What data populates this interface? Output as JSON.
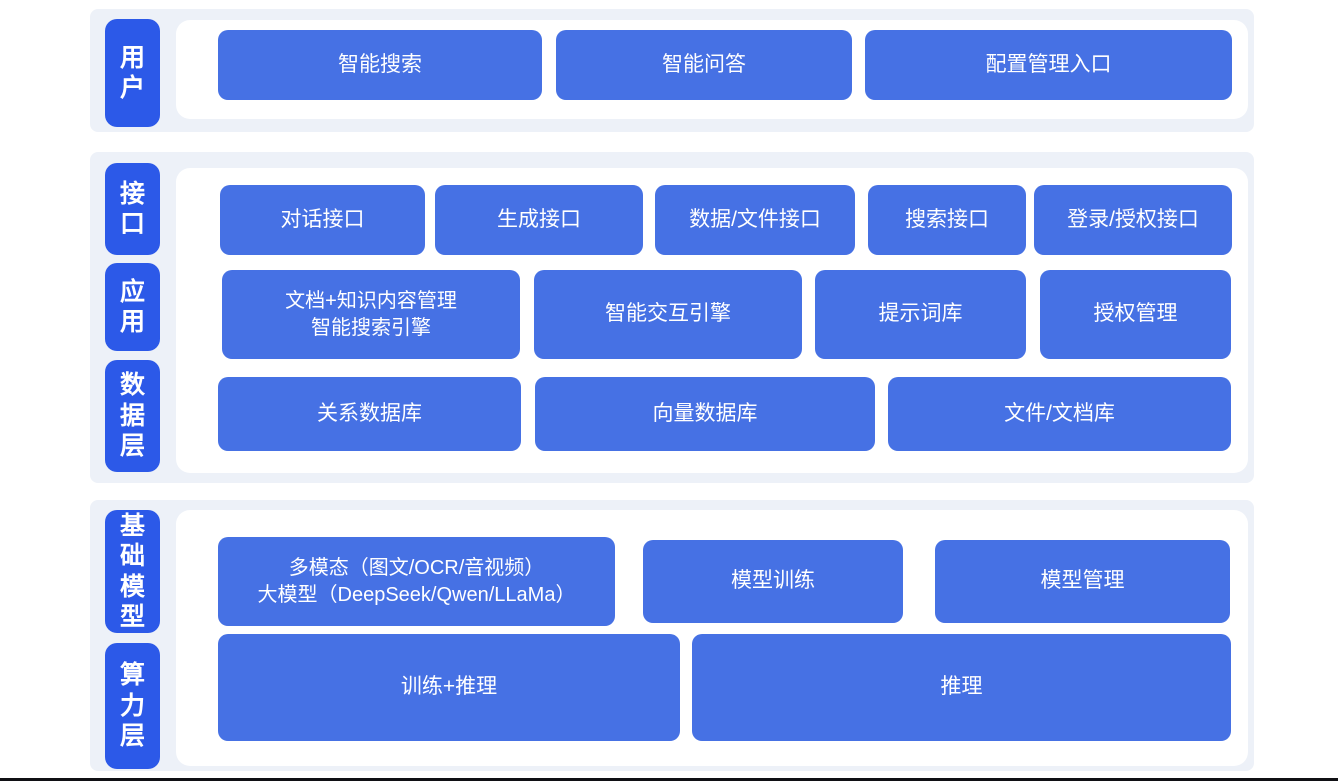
{
  "colors": {
    "band_bg": "#edf1f8",
    "panel_bg": "#ffffff",
    "node_blue": "#4671e4",
    "side_label_blue": "#2c59e8",
    "text_white": "#ffffff",
    "bottom_rule": "#101014"
  },
  "layers": [
    {
      "side": "用户",
      "boxes": [
        {
          "label": "智能搜索"
        },
        {
          "label": "智能问答"
        },
        {
          "label": "配置管理入口"
        }
      ]
    },
    {
      "side": "接口",
      "boxes": [
        {
          "label": "对话接口"
        },
        {
          "label": "生成接口"
        },
        {
          "label": "数据/文件接口"
        },
        {
          "label": "搜索接口"
        },
        {
          "label": "登录/授权接口"
        }
      ]
    },
    {
      "side": "应用",
      "boxes": [
        {
          "line1": "文档+知识内容管理",
          "line2": "智能搜索引擎"
        },
        {
          "label": "智能交互引擎"
        },
        {
          "label": "提示词库"
        },
        {
          "label": "授权管理"
        }
      ]
    },
    {
      "side": "数据层",
      "boxes": [
        {
          "label": "关系数据库"
        },
        {
          "label": "向量数据库"
        },
        {
          "label": "文件/文档库"
        }
      ]
    },
    {
      "side": "基础模型",
      "boxes": [
        {
          "line1": "多模态（图文/OCR/音视频）",
          "line2": "大模型（DeepSeek/Qwen/LLaMa）"
        },
        {
          "label": "模型训练"
        },
        {
          "label": "模型管理"
        }
      ]
    },
    {
      "side": "算力层",
      "boxes": [
        {
          "label": "训练+推理"
        },
        {
          "label": "推理"
        }
      ]
    }
  ]
}
